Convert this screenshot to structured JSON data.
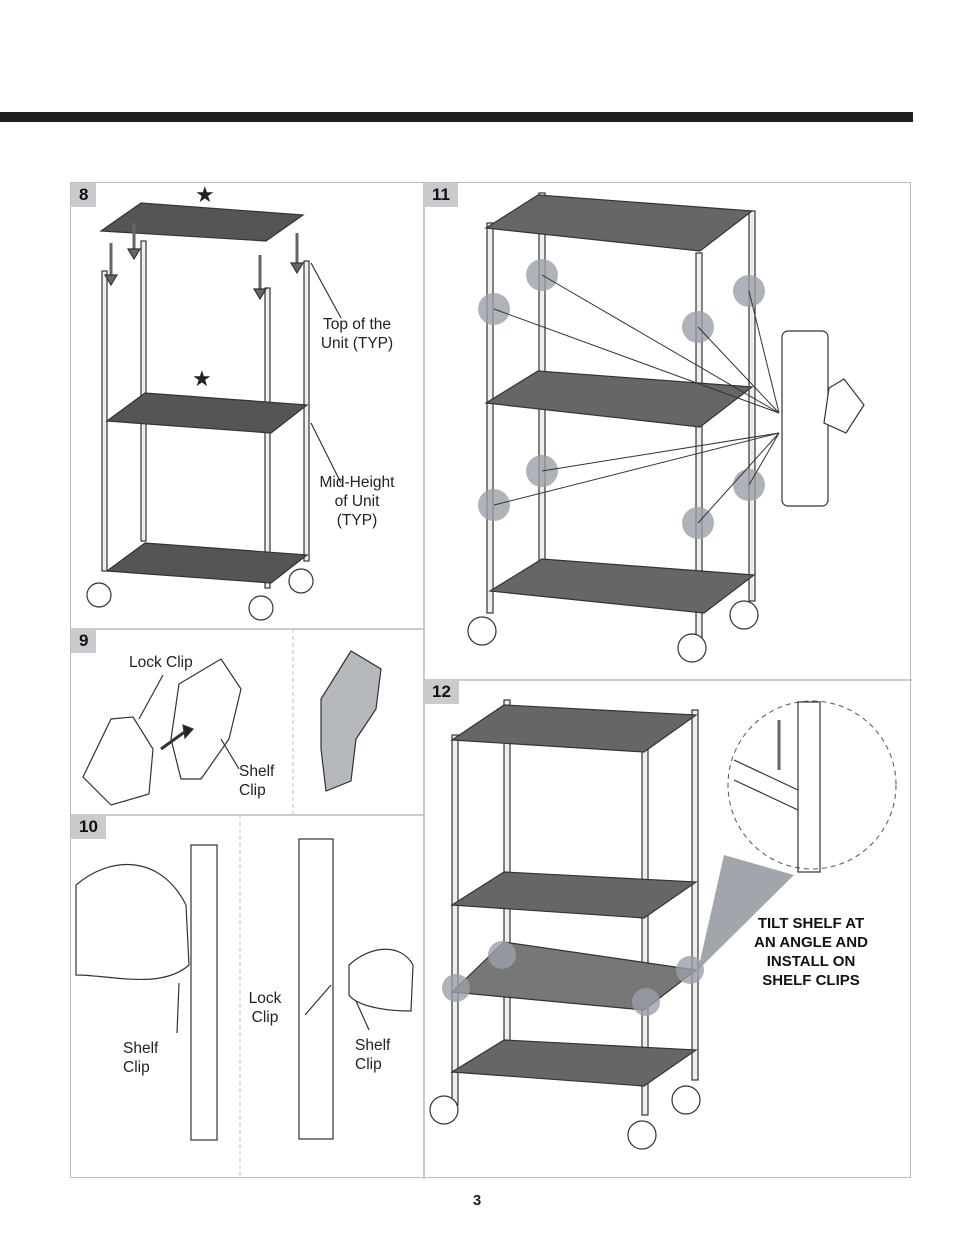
{
  "page_number": "3",
  "steps": {
    "s8": {
      "number": "8",
      "callouts": {
        "top": "Top of the\nUnit (TYP)",
        "mid": "Mid-Height\nof Unit\n(TYP)"
      },
      "marker_symbol": "★"
    },
    "s9": {
      "number": "9",
      "callouts": {
        "lock_clip": "Lock Clip",
        "shelf_clip": "Shelf\nClip"
      }
    },
    "s10": {
      "number": "10",
      "callouts": {
        "shelf_clip_left": "Shelf\nClip",
        "lock_clip": "Lock\nClip",
        "shelf_clip_right": "Shelf\nClip"
      }
    },
    "s11": {
      "number": "11"
    },
    "s12": {
      "number": "12",
      "note": "TILT SHELF AT\nAN ANGLE AND\nINSTALL ON\nSHELF CLIPS"
    }
  },
  "colors": {
    "frame": "#b9bcc0",
    "step_badge": "#c9cbce",
    "highlight": "#9aa0a8",
    "ink": "#231f20"
  }
}
